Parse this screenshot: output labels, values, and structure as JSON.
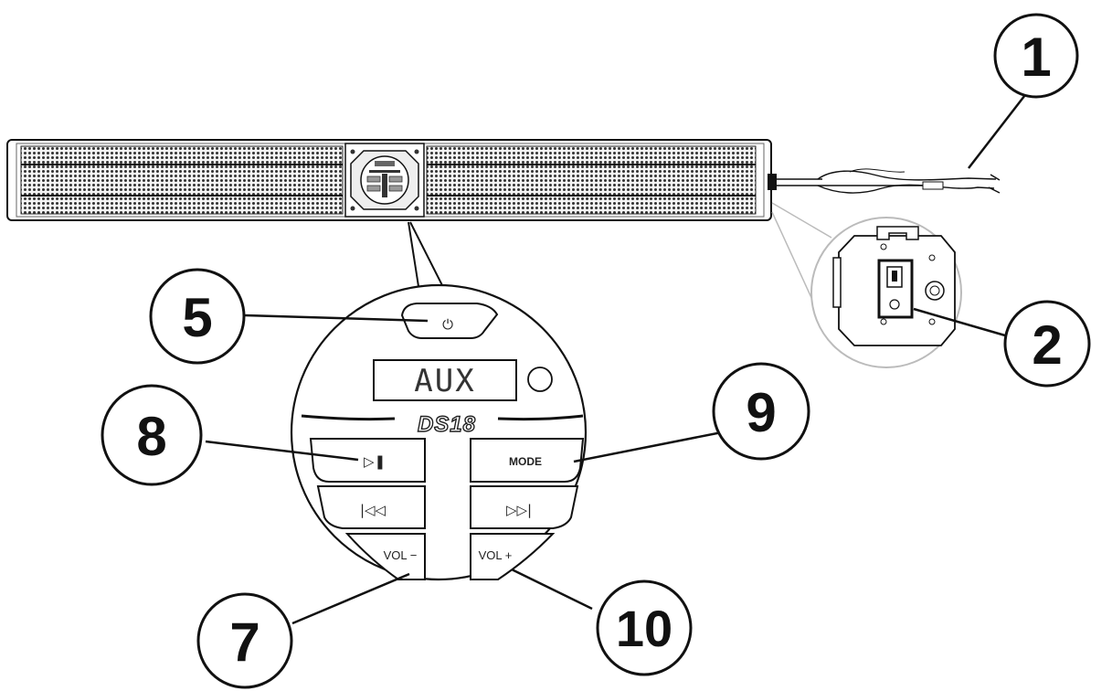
{
  "callouts": {
    "c1": "1",
    "c2": "2",
    "c5": "5",
    "c7": "7",
    "c8": "8",
    "c9": "9",
    "c10": "10"
  },
  "display": {
    "text": "AUX"
  },
  "brand": "DS18",
  "buttons": {
    "play_pause": "▷❚",
    "mode": "MODE",
    "prev": "|◁◁",
    "next": "▷▷|",
    "vol_down": "VOL −",
    "vol_up": "VOL +",
    "power": "⏻"
  },
  "icons": [
    "power-icon",
    "play-pause-icon",
    "previous-track-icon",
    "next-track-icon",
    "usb-port-icon",
    "wire-leads-icon"
  ],
  "colors": {
    "line": "#111111",
    "grille": "#444444",
    "connector_gray": "#bbbbbb"
  }
}
